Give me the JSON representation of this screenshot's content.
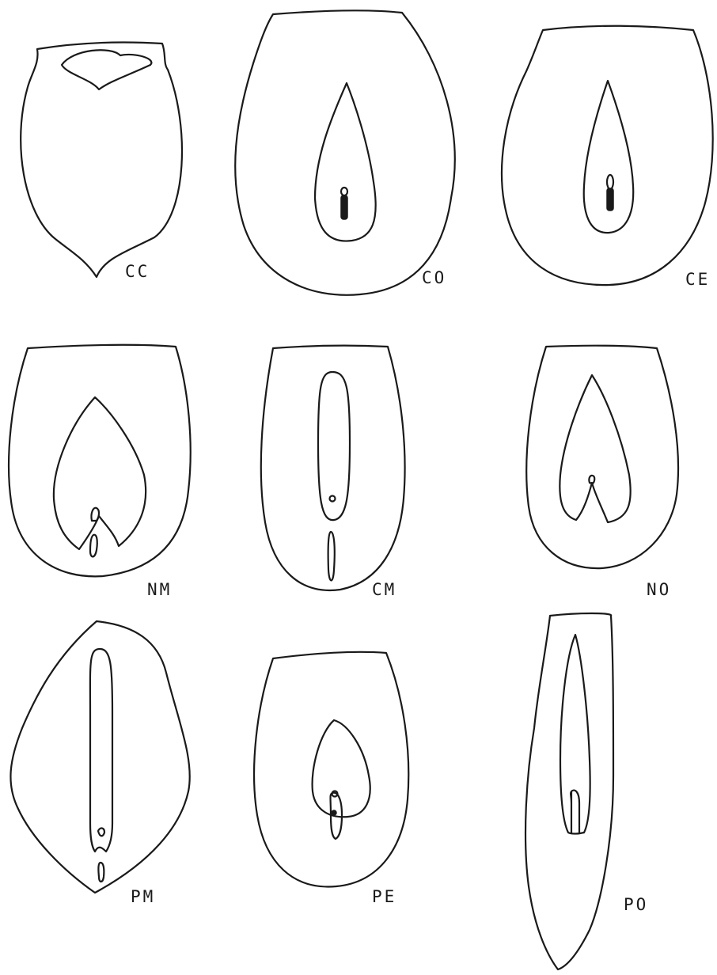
{
  "figure": {
    "panels": [
      {
        "id": "CC",
        "label": "CC"
      },
      {
        "id": "CO",
        "label": "CO"
      },
      {
        "id": "CE",
        "label": "CE"
      },
      {
        "id": "NM",
        "label": "NM"
      },
      {
        "id": "CM",
        "label": "CM"
      },
      {
        "id": "NO",
        "label": "NO"
      },
      {
        "id": "PM",
        "label": "PM"
      },
      {
        "id": "PE",
        "label": "PE"
      },
      {
        "id": "PO",
        "label": "PO"
      }
    ]
  }
}
